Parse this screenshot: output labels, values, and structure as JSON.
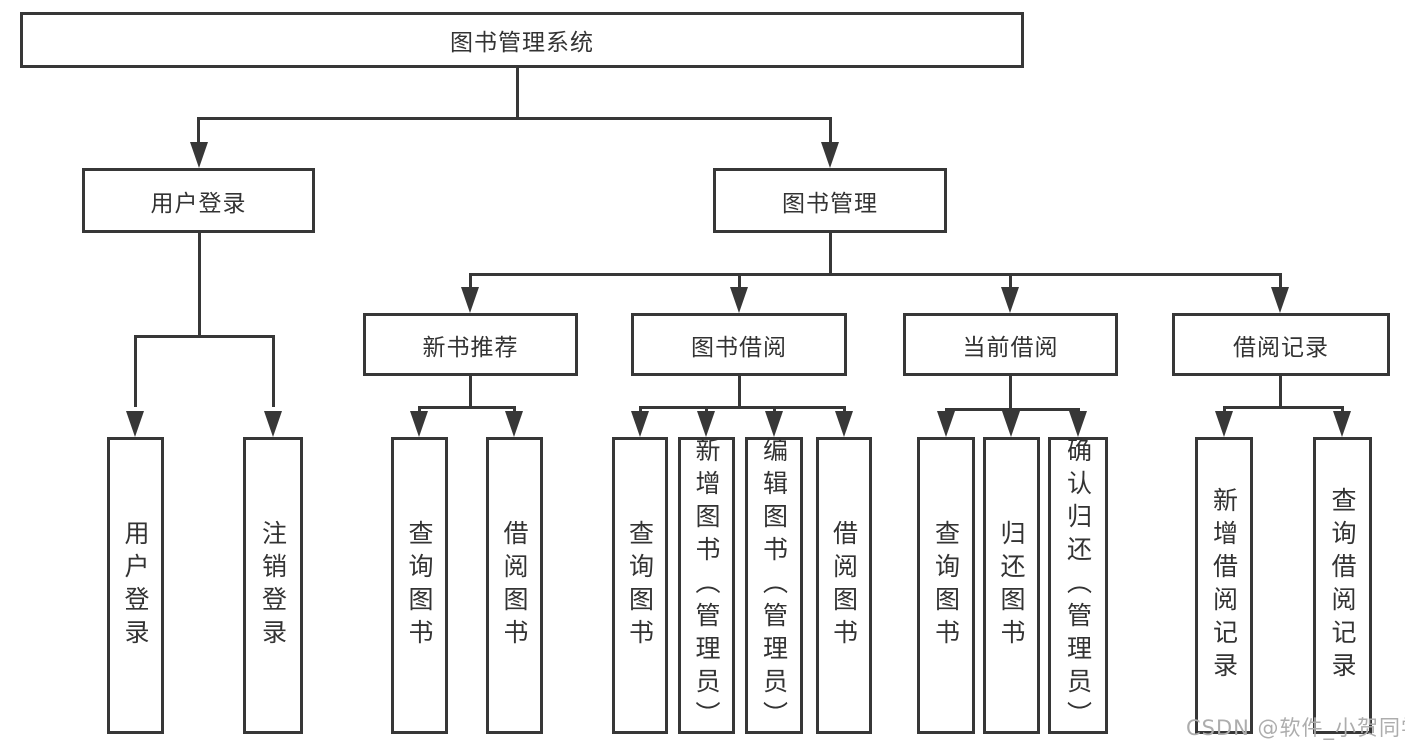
{
  "title": "图书管理系统",
  "level2": {
    "user_login": "用户登录",
    "book_mgmt": "图书管理"
  },
  "level3": {
    "new_book": "新书推荐",
    "borrow": "图书借阅",
    "current": "当前借阅",
    "records": "借阅记录"
  },
  "leaves": {
    "user_login": [
      "用户登录",
      "注销登录"
    ],
    "new_book": [
      "查询图书",
      "借阅图书"
    ],
    "borrow": [
      "查询图书",
      "新增图书（管理员）",
      "编辑图书（管理员）",
      "借阅图书"
    ],
    "current": [
      "查询图书",
      "归还图书",
      "确认归还（管理员）"
    ],
    "records": [
      "新增借阅记录",
      "查询借阅记录"
    ]
  },
  "watermark": "CSDN @软件_小贺同学",
  "colors": {
    "line": "#373737",
    "text": "#333333",
    "background": "#ffffff",
    "watermark": "#adadad"
  }
}
